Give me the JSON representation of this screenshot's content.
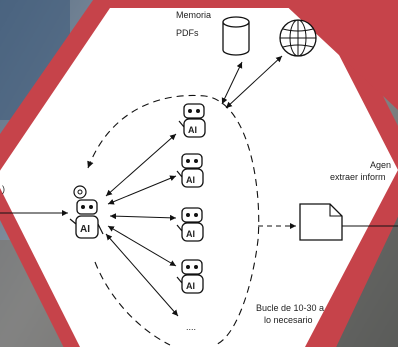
{
  "labels": {
    "memoria": "Memoria",
    "pdfs": "PDFs",
    "agent_line1": "Agen",
    "agent_line2": "extraer inform",
    "loop_line1": "Bucle de 10-30 a",
    "loop_line2": "lo necesario",
    "ellipsis": "....",
    "edge_left": ")"
  },
  "icons": {
    "orchestrator": "ai-robot-with-gear-icon",
    "subagent": "ai-robot-icon",
    "database": "database-icon",
    "web": "globe-icon",
    "document": "document-icon"
  },
  "colors": {
    "hexagon_red": "#c6434a",
    "diagram_bg": "#ffffff",
    "stroke": "#111111"
  }
}
